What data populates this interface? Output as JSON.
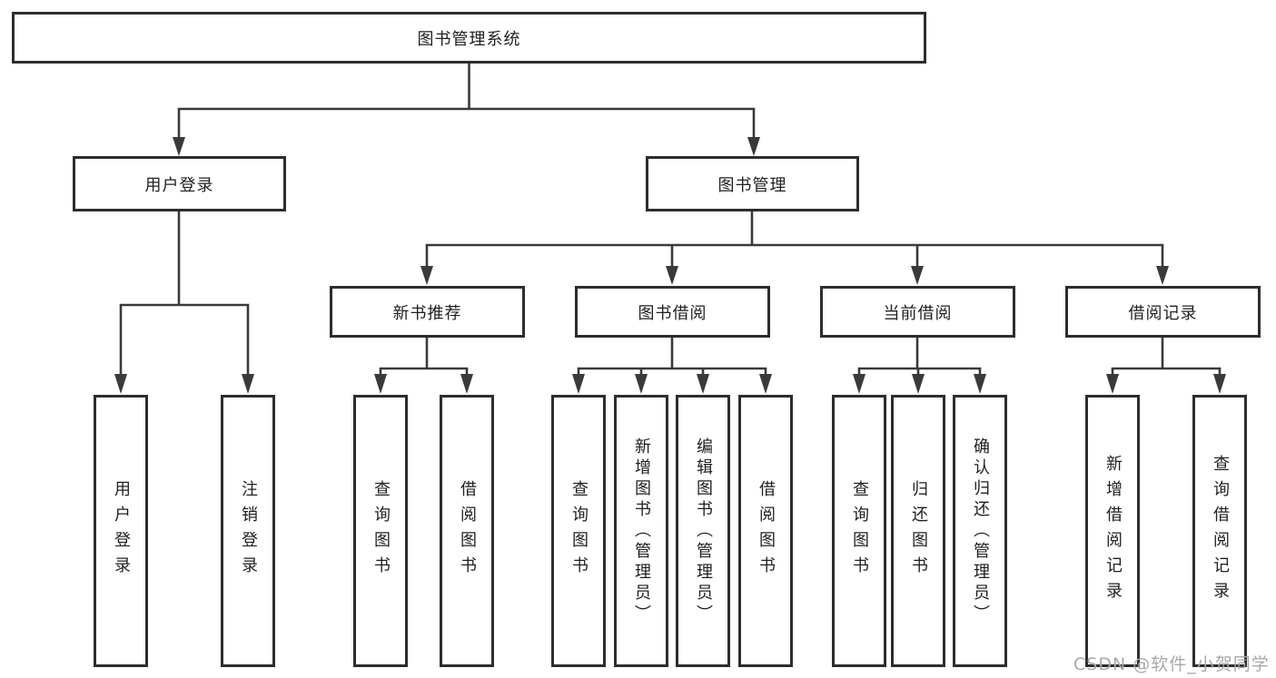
{
  "colors": {
    "line": "#3a3a3a",
    "box_border": "#2d2d2d",
    "text": "#1f1f1f",
    "watermark": "#a9a9a9",
    "background": "#ffffff"
  },
  "diagram": {
    "nodes": {
      "root": "图书管理系统",
      "user_login": "用户登录",
      "book_mgmt": "图书管理",
      "new_books": "新书推荐",
      "book_borrow": "图书借阅",
      "current_borrow": "当前借阅",
      "borrow_records": "借阅记录",
      "leaf_user_login": "用户登录",
      "leaf_logout": "注销登录",
      "leaf_nb_query_book": "查询图书",
      "leaf_nb_borrow_book": "借阅图书",
      "leaf_bb_query_book": "查询图书",
      "leaf_bb_add_book": "新增图书（管理员）",
      "leaf_bb_edit_book": "编辑图书（管理员）",
      "leaf_bb_borrow_book": "借阅图书",
      "leaf_cb_query_book": "查询图书",
      "leaf_cb_return_book": "归还图书",
      "leaf_cb_confirm_return": "确认归还（管理员）",
      "leaf_br_add_record": "新增借阅记录",
      "leaf_br_query_record": "查询借阅记录"
    },
    "watermark": "CSDN @软件_小贺同学"
  }
}
